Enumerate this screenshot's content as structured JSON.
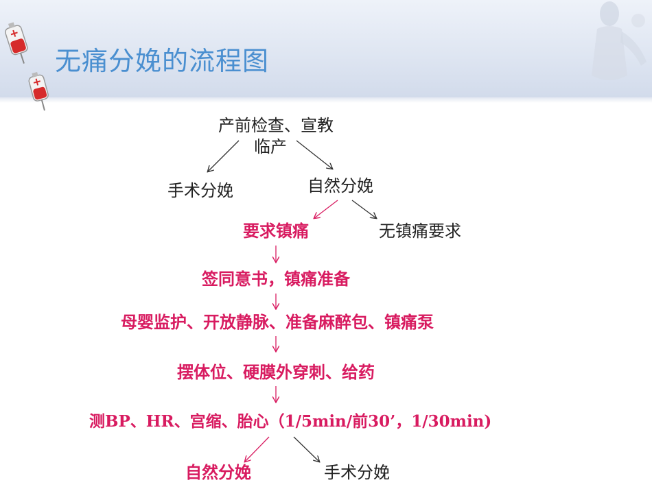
{
  "slide": {
    "title": "无痛分娩的流程图"
  },
  "colors": {
    "title": "#4a8fd0",
    "dark_text": "#222222",
    "pink_text": "#d81b60",
    "header_bg": "#dfe6f2"
  },
  "flow": {
    "start_line1": "产前检查、宣教",
    "start_line2": "临产",
    "cesarean_top": "手术分娩",
    "natural_top": "自然分娩",
    "request_analgesia": "要求镇痛",
    "no_analgesia": "无镇痛要求",
    "consent": "签同意书，镇痛准备",
    "monitoring": "母婴监护、开放静脉、准备麻醉包、镇痛泵",
    "puncture": "摆体位、硬膜外穿刺、给药",
    "measure": "测BP、HR、宫缩、胎心（1/5min/前30’，1/30min)",
    "natural_bottom": "自然分娩",
    "cesarean_bottom": "手术分娩"
  }
}
